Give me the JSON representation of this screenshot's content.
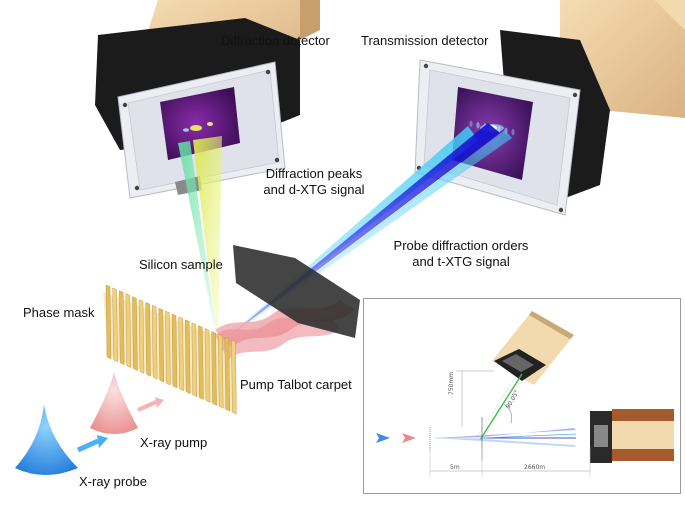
{
  "labels": {
    "diffraction_detector": "Diffraction detector",
    "transmission_detector": "Transmission detector",
    "diffraction_peaks_line1": "Diffraction peaks",
    "diffraction_peaks_line2": "and d-XTG signal",
    "probe_orders_line1": "Probe diffraction orders",
    "probe_orders_line2": "and t-XTG signal",
    "silicon_sample": "Silicon sample",
    "phase_mask": "Phase mask",
    "pump_talbot": "Pump Talbot carpet",
    "xray_pump": "X-ray pump",
    "xray_probe": "X-ray probe"
  },
  "inset": {
    "distance_detector": "750mm",
    "angle": "90.05°",
    "distance_1": "5m",
    "distance_2": "2660m"
  },
  "colors": {
    "detector_housing": "#1a1a1a",
    "detector_arm": "#f0d2a6",
    "detector_screen": "#5a1a7a",
    "beam_blue": "#1e1ee6",
    "beam_cyan": "#3ec8f5",
    "beam_yellow": "#e8ee6a",
    "phase_mask": "#ecc96b",
    "talbot_carpet": "#f2a0a0",
    "probe_cone": "#3aa8f0",
    "pump_cone": "#f4b4b4"
  }
}
